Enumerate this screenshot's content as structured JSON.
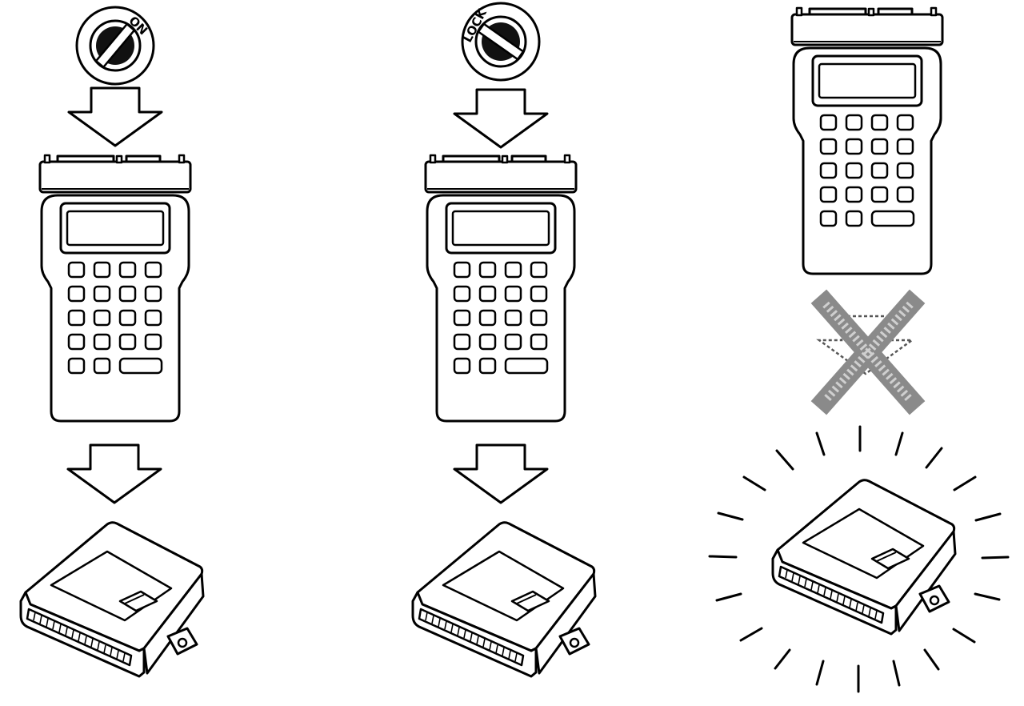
{
  "panels": [
    {
      "id": "panel-1",
      "switch_label": "ON"
    },
    {
      "id": "panel-2",
      "switch_label": "LOCK"
    },
    {
      "id": "panel-3",
      "switch_label": ""
    }
  ],
  "colors": {
    "line": "#000000",
    "background": "#ffffff",
    "cross": "#8a8a8a"
  },
  "icons": [
    "ignition-switch-icon",
    "down-arrow-icon",
    "tester-icon",
    "ecu-icon",
    "cross-icon",
    "glow-icon"
  ]
}
